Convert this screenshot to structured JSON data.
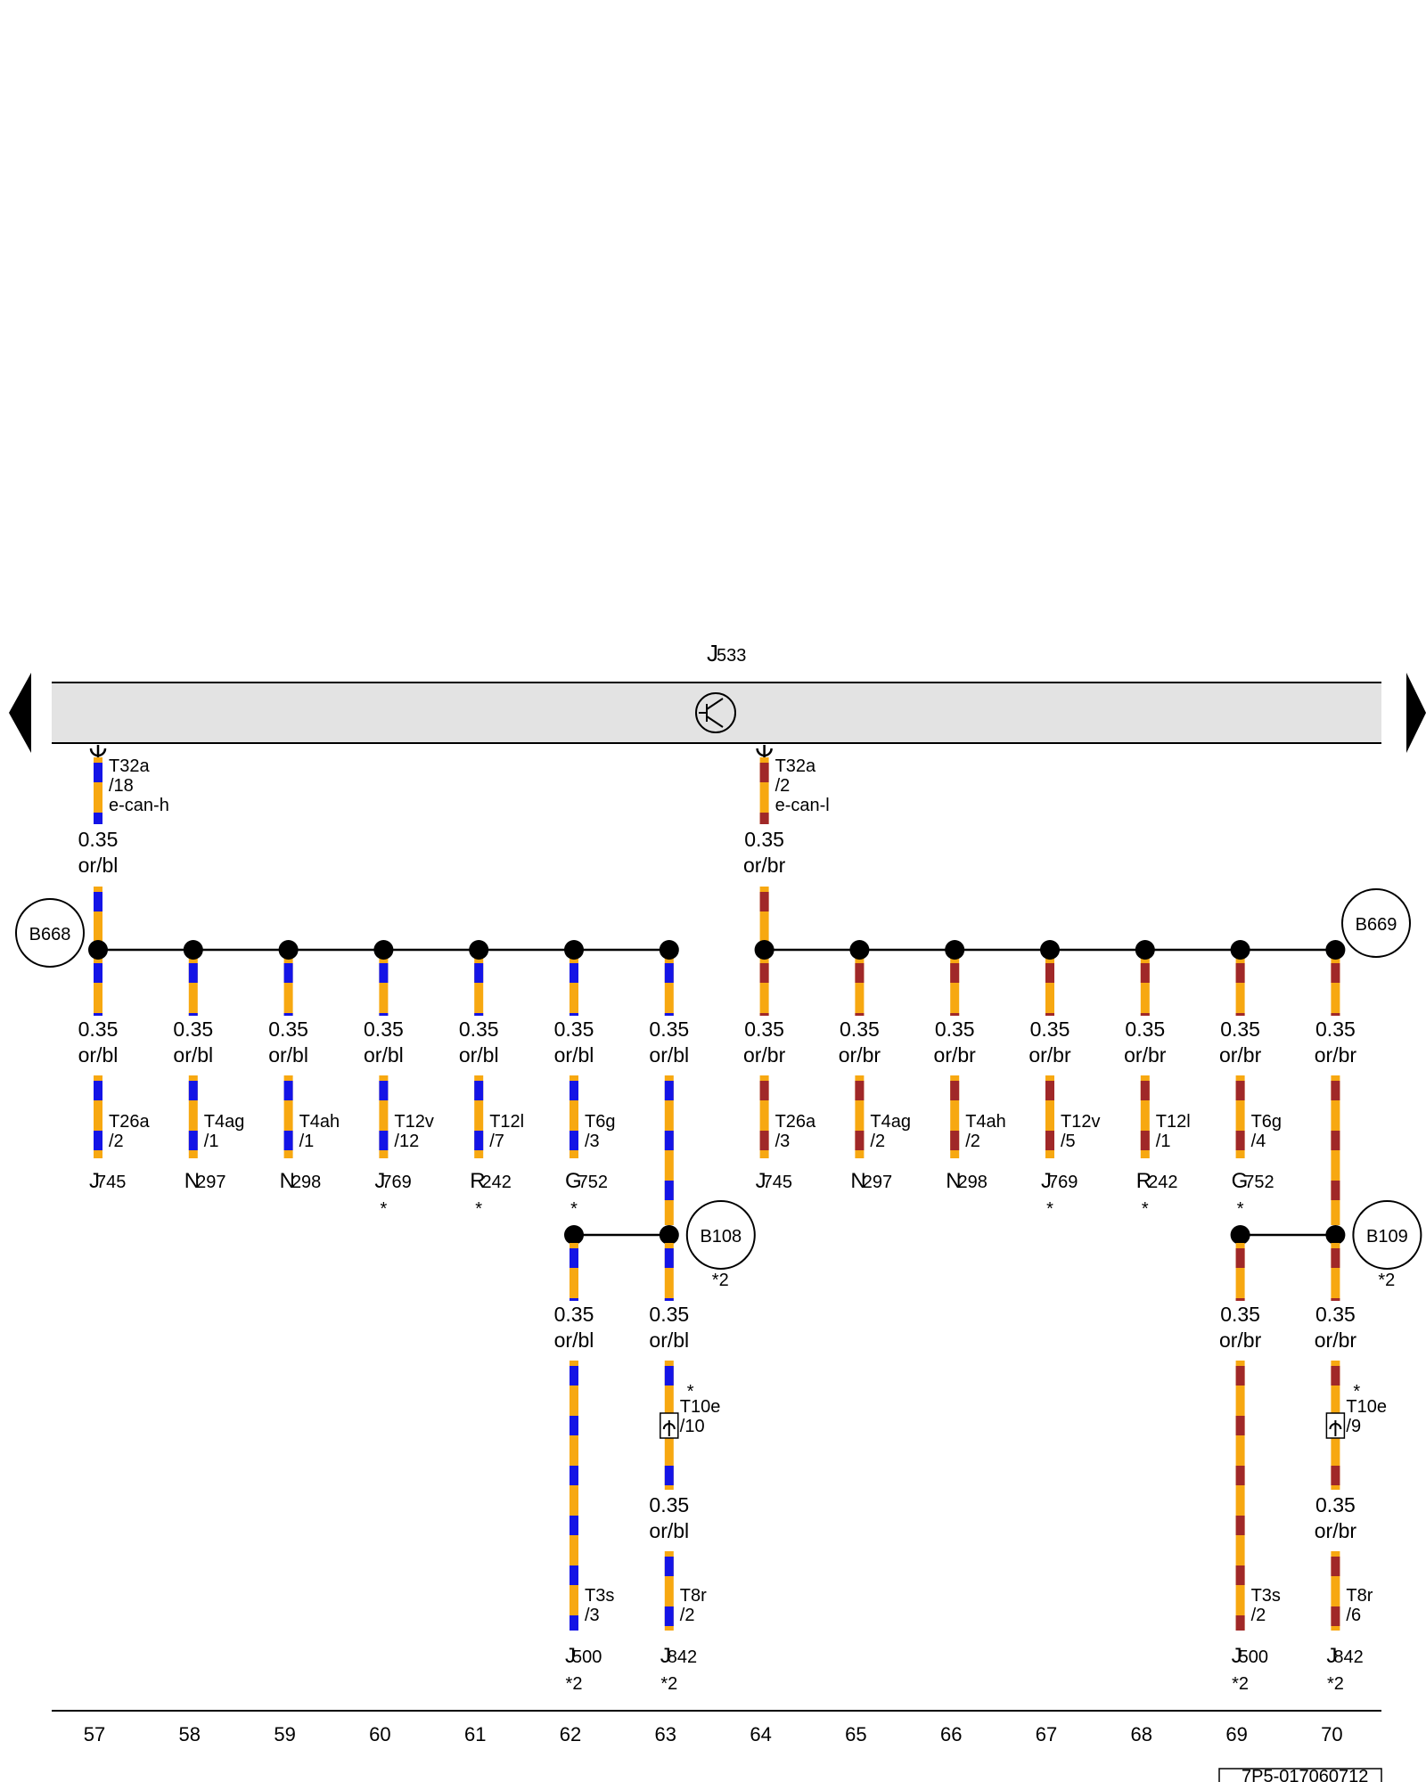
{
  "colors": {
    "orange": "#F7A811",
    "blue": "#1414E6",
    "brown": "#A02828",
    "bus_fill": "#E3E3E3",
    "line": "#000000"
  },
  "header": {
    "component": "J",
    "component_num": "533"
  },
  "bus_icon": "ground-transistor-icon",
  "top_connectors": [
    {
      "id": "T32a",
      "pin": "/18",
      "signal": "e-can-h",
      "wire_size": "0.35",
      "wire_color": "or/bl",
      "scheme": "bl"
    },
    {
      "id": "T32a",
      "pin": "/2",
      "signal": "e-can-l",
      "wire_size": "0.35",
      "wire_color": "or/br",
      "scheme": "br"
    }
  ],
  "junctions": [
    {
      "label": "B668",
      "note": ""
    },
    {
      "label": "B669",
      "note": ""
    },
    {
      "label": "B108",
      "note": "*2"
    },
    {
      "label": "B109",
      "note": "*2"
    }
  ],
  "branches": [
    {
      "col": 57,
      "size": "0.35",
      "color": "or/bl",
      "conn": "T26a",
      "pin": "/2",
      "comp_letter": "J",
      "comp_num": "745",
      "note": "",
      "scheme": "bl"
    },
    {
      "col": 58,
      "size": "0.35",
      "color": "or/bl",
      "conn": "T4ag",
      "pin": "/1",
      "comp_letter": "N",
      "comp_num": "297",
      "note": "",
      "scheme": "bl"
    },
    {
      "col": 59,
      "size": "0.35",
      "color": "or/bl",
      "conn": "T4ah",
      "pin": "/1",
      "comp_letter": "N",
      "comp_num": "298",
      "note": "",
      "scheme": "bl"
    },
    {
      "col": 60,
      "size": "0.35",
      "color": "or/bl",
      "conn": "T12v",
      "pin": "/12",
      "comp_letter": "J",
      "comp_num": "769",
      "note": "*",
      "scheme": "bl"
    },
    {
      "col": 61,
      "size": "0.35",
      "color": "or/bl",
      "conn": "T12l",
      "pin": "/7",
      "comp_letter": "R",
      "comp_num": "242",
      "note": "*",
      "scheme": "bl"
    },
    {
      "col": 62,
      "size": "0.35",
      "color": "or/bl",
      "conn": "T6g",
      "pin": "/3",
      "comp_letter": "G",
      "comp_num": "752",
      "note": "*",
      "scheme": "bl"
    },
    {
      "col": 64,
      "size": "0.35",
      "color": "or/br",
      "conn": "T26a",
      "pin": "/3",
      "comp_letter": "J",
      "comp_num": "745",
      "note": "",
      "scheme": "br"
    },
    {
      "col": 65,
      "size": "0.35",
      "color": "or/br",
      "conn": "T4ag",
      "pin": "/2",
      "comp_letter": "N",
      "comp_num": "297",
      "note": "",
      "scheme": "br"
    },
    {
      "col": 66,
      "size": "0.35",
      "color": "or/br",
      "conn": "T4ah",
      "pin": "/2",
      "comp_letter": "N",
      "comp_num": "298",
      "note": "",
      "scheme": "br"
    },
    {
      "col": 67,
      "size": "0.35",
      "color": "or/br",
      "conn": "T12v",
      "pin": "/5",
      "comp_letter": "J",
      "comp_num": "769",
      "note": "*",
      "scheme": "br"
    },
    {
      "col": 68,
      "size": "0.35",
      "color": "or/br",
      "conn": "T12l",
      "pin": "/1",
      "comp_letter": "R",
      "comp_num": "242",
      "note": "*",
      "scheme": "br"
    },
    {
      "col": 69,
      "size": "0.35",
      "color": "or/br",
      "conn": "T6g",
      "pin": "/4",
      "comp_letter": "G",
      "comp_num": "752",
      "note": "*",
      "scheme": "br"
    }
  ],
  "through_wires": [
    {
      "col": 63,
      "size": "0.35",
      "color": "or/bl",
      "scheme": "bl"
    },
    {
      "col": 70,
      "size": "0.35",
      "color": "or/br",
      "scheme": "br"
    }
  ],
  "lower_branches": [
    {
      "col": 62,
      "size": "0.35",
      "color": "or/bl",
      "conn": "T3s",
      "pin": "/3",
      "comp_letter": "J",
      "comp_num": "500",
      "note": "*2",
      "scheme": "bl"
    },
    {
      "col": 63,
      "size": "0.35",
      "color": "or/bl",
      "inline_conn": "T10e",
      "inline_pin": "/10",
      "inline_note": "*",
      "size2": "0.35",
      "color2": "or/bl",
      "conn": "T8r",
      "pin": "/2",
      "comp_letter": "J",
      "comp_num": "842",
      "note": "*2",
      "scheme": "bl"
    },
    {
      "col": 69,
      "size": "0.35",
      "color": "or/br",
      "conn": "T3s",
      "pin": "/2",
      "comp_letter": "J",
      "comp_num": "500",
      "note": "*2",
      "scheme": "br"
    },
    {
      "col": 70,
      "size": "0.35",
      "color": "or/br",
      "inline_conn": "T10e",
      "inline_pin": "/9",
      "inline_note": "*",
      "size2": "0.35",
      "color2": "or/br",
      "conn": "T8r",
      "pin": "/6",
      "comp_letter": "J",
      "comp_num": "842",
      "note": "*2",
      "scheme": "br"
    }
  ],
  "footer": {
    "columns": [
      "57",
      "58",
      "59",
      "60",
      "61",
      "62",
      "63",
      "64",
      "65",
      "66",
      "67",
      "68",
      "69",
      "70"
    ],
    "doc_id": "7P5-017060712"
  }
}
